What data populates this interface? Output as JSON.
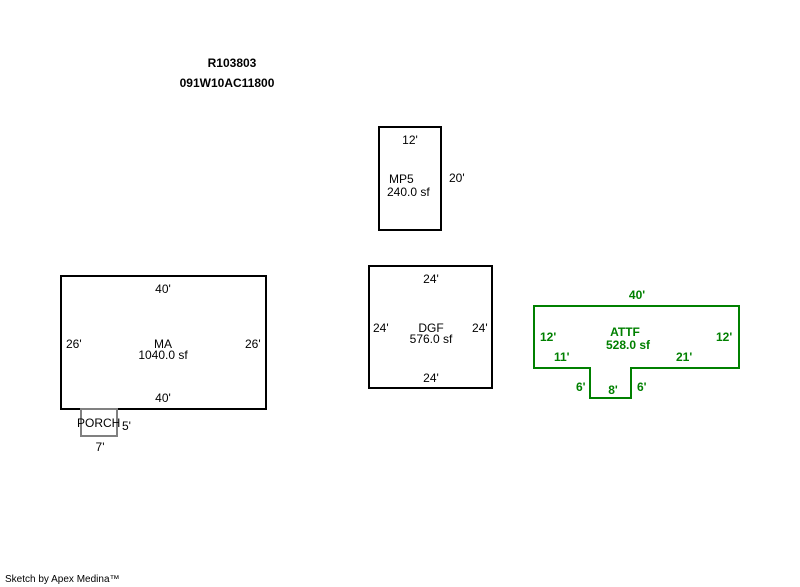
{
  "header": {
    "record_id": "R103803",
    "parcel_id": "091W10AC11800"
  },
  "areas": {
    "mp5": {
      "label": "MP5",
      "area": "240.0 sf",
      "top": "12'",
      "right": "20'"
    },
    "ma": {
      "label": "MA",
      "area": "1040.0 sf",
      "top": "40'",
      "bottom": "40'",
      "left": "26'",
      "right": "26'"
    },
    "porch": {
      "label": "PORCH",
      "side": "5'",
      "bottom": "7'"
    },
    "dgf": {
      "label": "DGF",
      "area": "576.0 sf",
      "top": "24'",
      "bottom": "24'",
      "left": "24'",
      "right": "24'"
    },
    "attf": {
      "label": "ATTF",
      "area": "528.0 sf",
      "top": "40'",
      "left": "12'",
      "right": "12'",
      "inner_left": "11'",
      "inner_right": "21'",
      "notch_left": "6'",
      "notch_bottom": "8'",
      "notch_right": "6'"
    }
  },
  "colors": {
    "attf": "#008000",
    "lines": "#000000",
    "porch": "#808080"
  },
  "footer": "Sketch by Apex Medina™"
}
